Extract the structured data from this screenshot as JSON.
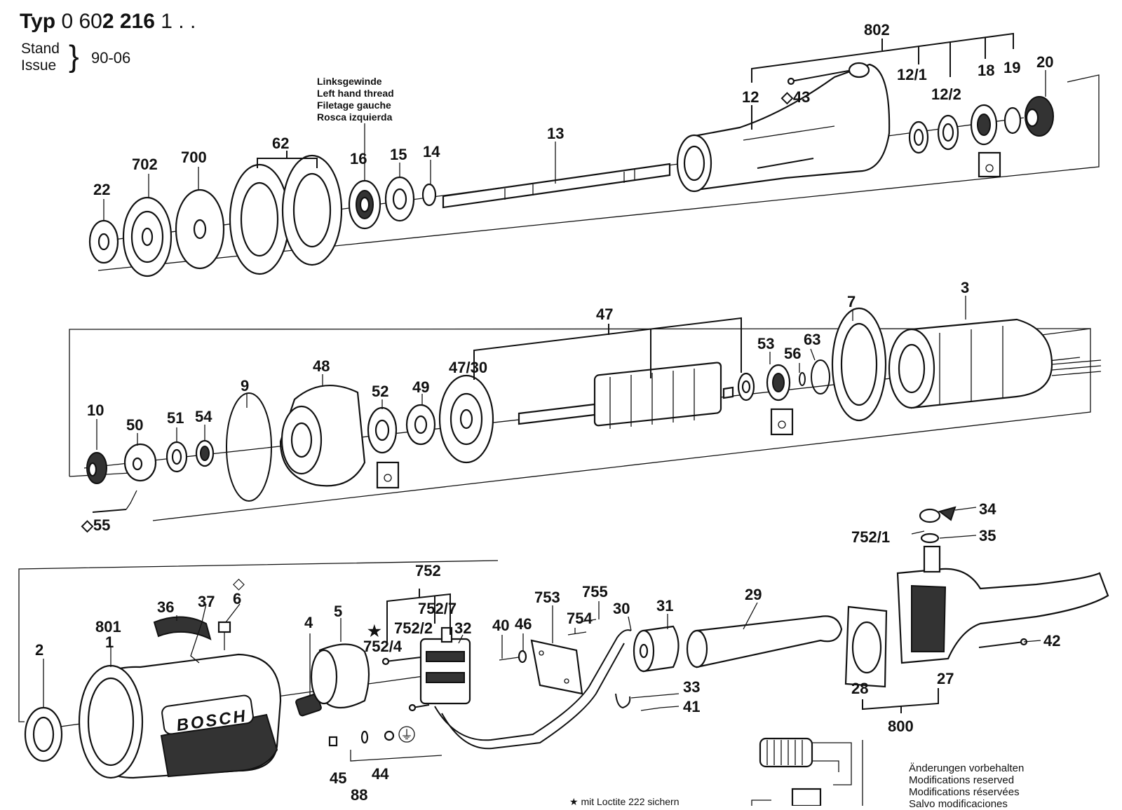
{
  "header": {
    "typ_label": "Typ",
    "typ_number_a": "0 60",
    "typ_number_b": "2 216",
    "typ_number_c": " 1 . .",
    "stand_label": "Stand",
    "issue_label": "Issue",
    "date": "90-06"
  },
  "left_hand_note": [
    "Linksgewinde",
    "Left hand thread",
    "Filetage gauche",
    "Rosca izquierda"
  ],
  "modifications_note": [
    "Änderungen vorbehalten",
    "Modifications reserved",
    "Modifications réservées",
    "Salvo modificaciones"
  ],
  "loctite_note": "★ mit Loctite 222 sichern",
  "ground_symbol": "⏚",
  "row1_labels": {
    "p22": "22",
    "p702": "702",
    "p700": "700",
    "p62": "62",
    "p16": "16",
    "p15": "15",
    "p14": "14",
    "p13": "13",
    "p12": "12",
    "p43": "◇43",
    "p802": "802",
    "p12_1": "12/1",
    "p12_2": "12/2",
    "p18": "18",
    "p19": "19",
    "p20": "20"
  },
  "row2_labels": {
    "p10": "10",
    "p50": "50",
    "p51": "51",
    "p54": "54",
    "p9": "9",
    "p48": "48",
    "p52": "52",
    "p49": "49",
    "p47_30": "47/30",
    "p47": "47",
    "p53": "53",
    "p56": "56",
    "p63": "63",
    "p7": "7",
    "p3": "3",
    "p55": "◇55"
  },
  "row3_labels": {
    "p2": "2",
    "p801": "801",
    "p1": "1",
    "p36": "36",
    "p37": "37",
    "p6_mark": "◇",
    "p6": "6",
    "p4": "4",
    "p5": "5",
    "p752": "752",
    "p752_7": "752/7",
    "p752_2": "752/2",
    "p32": "32",
    "star": "★",
    "p752_4": "752/4",
    "p40": "40",
    "p46": "46",
    "p753": "753",
    "p754": "754",
    "p755": "755",
    "p30": "30",
    "p31": "31",
    "p29": "29",
    "p33": "33",
    "p41": "41",
    "p752_1": "752/1",
    "p34": "34",
    "p35": "35",
    "p42": "42",
    "p28": "28",
    "p27": "27",
    "p800": "800",
    "p45": "45",
    "p88": "88",
    "p44": "44"
  },
  "brand": "BOSCH"
}
